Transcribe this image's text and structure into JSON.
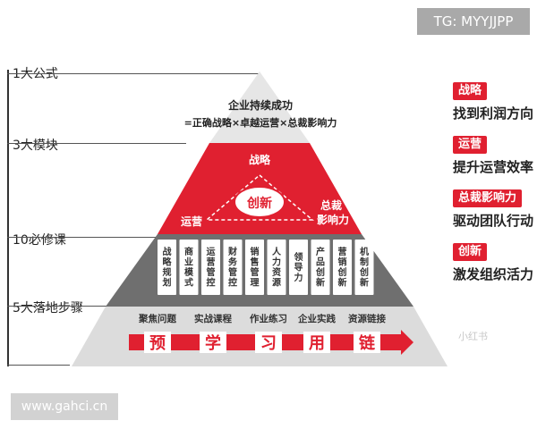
{
  "scale": {
    "levels": [
      {
        "label": "1大公式"
      },
      {
        "label": "3大模块"
      },
      {
        "label": "10必修课"
      },
      {
        "label": "5大落地步骤"
      }
    ]
  },
  "pyramid": {
    "top": {
      "title": "企业持续成功",
      "formula": "=正确战略×卓越运营×总裁影响力"
    },
    "middle": {
      "strategy": "战略",
      "operation": "运营",
      "influence_line1": "总裁",
      "influence_line2": "影响力",
      "innovation": "创新"
    },
    "courses": [
      "战略规划",
      "商业模式",
      "运营管控",
      "财务管控",
      "销售管理",
      "人力资源",
      "领导力",
      "产品创新",
      "营销创新",
      "机制创新"
    ],
    "steps": {
      "labels": [
        "聚焦问题",
        "实战课程",
        "作业练习",
        "企业实践",
        "资源链接"
      ],
      "chars": [
        "预",
        "学",
        "习",
        "用",
        "链"
      ]
    }
  },
  "legend": [
    {
      "tag": "战略",
      "text": "找到利润方向"
    },
    {
      "tag": "运营",
      "text": "提升运营效率"
    },
    {
      "tag": "总裁影响力",
      "text": "驱动团队行动"
    },
    {
      "tag": "创新",
      "text": "激发组织活力"
    }
  ],
  "watermark": {
    "tg": "TG: MYYJJPP",
    "site": "www.gahci.cn",
    "faint_logo": "小红书"
  },
  "colors": {
    "red": "#e02030",
    "dark_gray": "#6f6f6f",
    "light_gray": "#dcdcdc",
    "top_gray": "#e6e6e6"
  }
}
